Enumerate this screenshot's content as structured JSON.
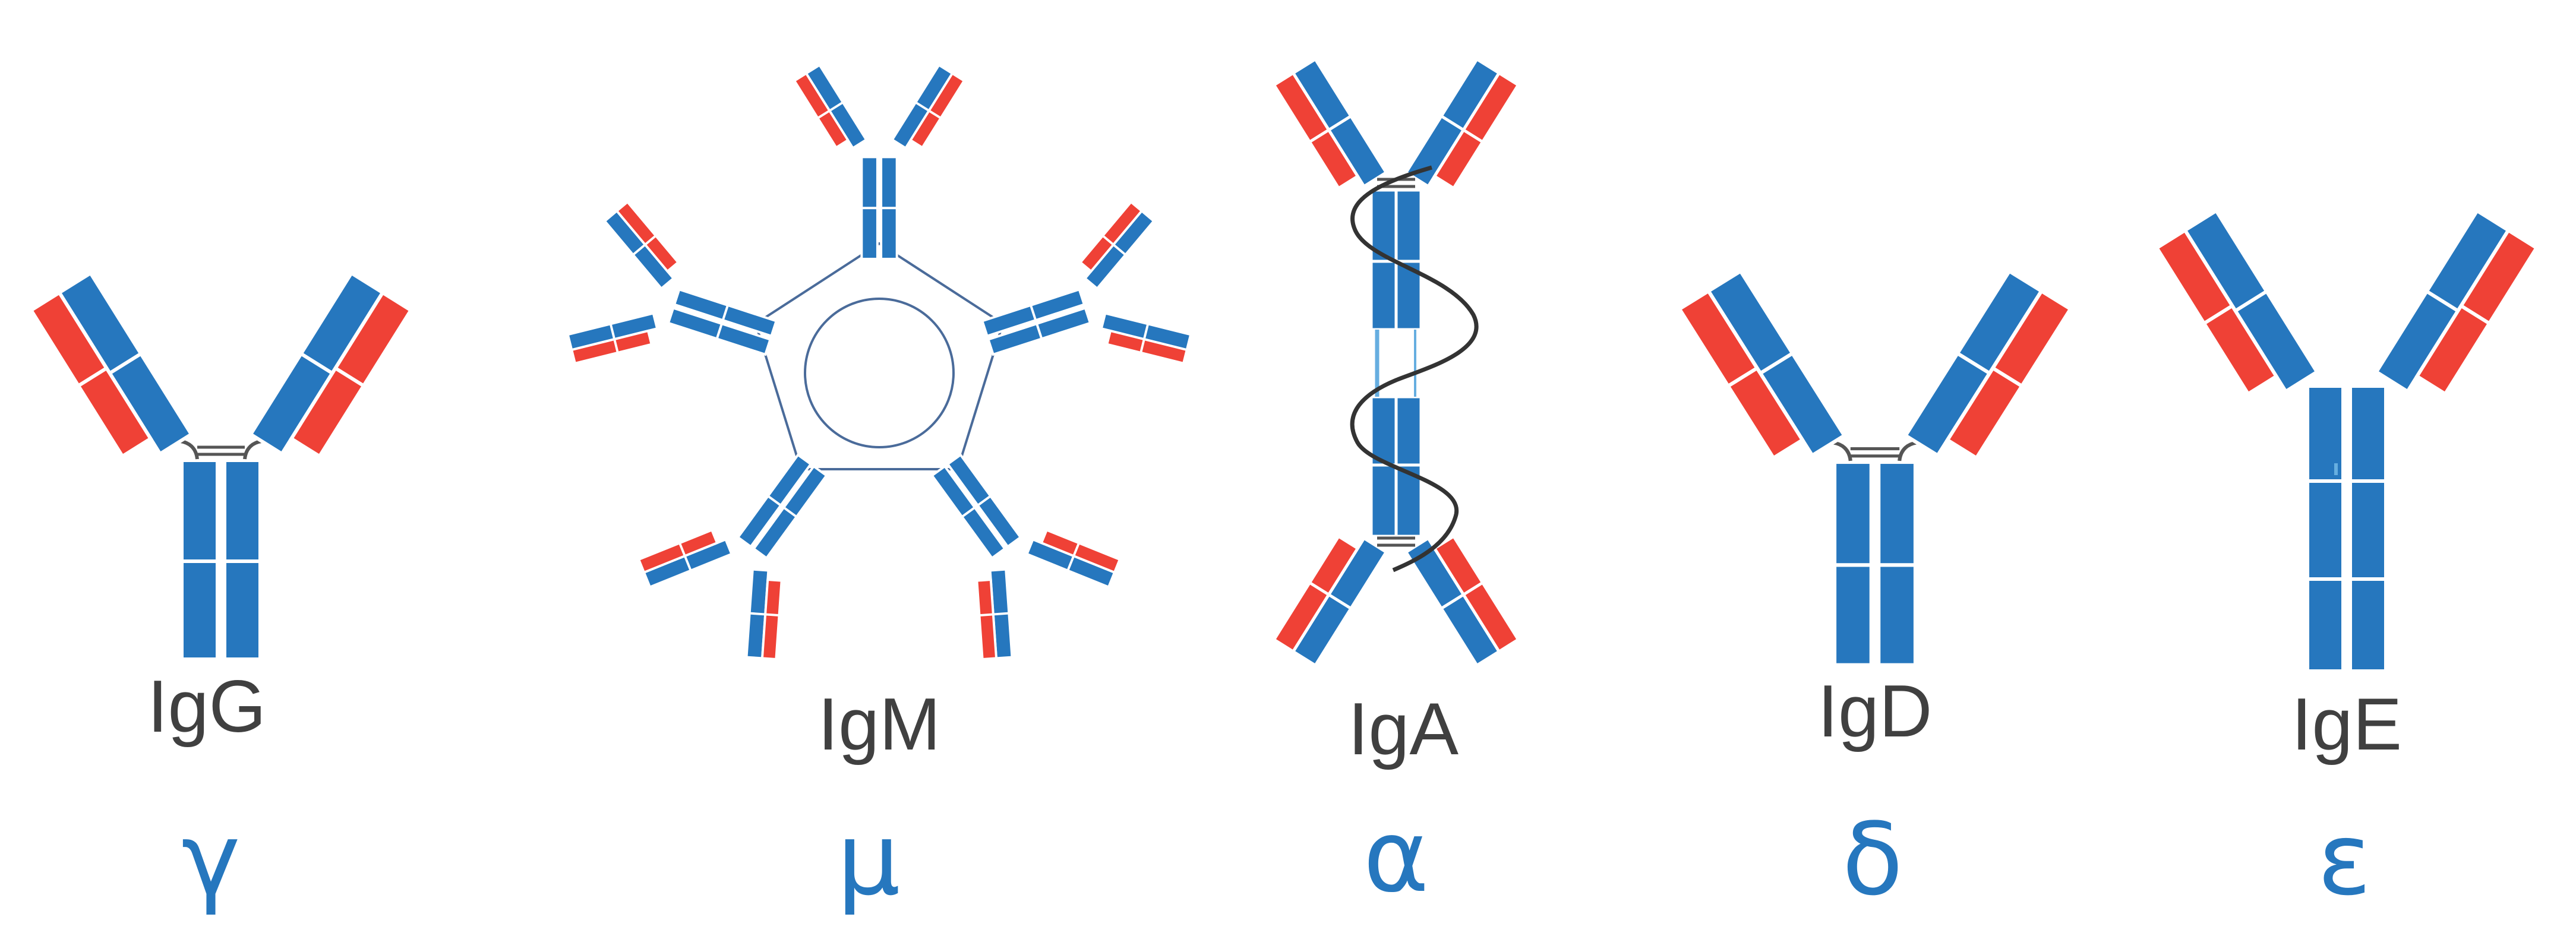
{
  "colors": {
    "heavy_chain": "#2677be",
    "light_chain": "#ef4136",
    "label_text": "#404040",
    "greek_text": "#2677be",
    "disulfide": "#555555",
    "j_chain": "#4a6b9a",
    "secretory_component": "#333333",
    "secretory_highlight": "#66aee0"
  },
  "antibodies": [
    {
      "name": "IgG",
      "greek": "γ"
    },
    {
      "name": "IgM",
      "greek": "μ"
    },
    {
      "name": "IgA",
      "greek": "α"
    },
    {
      "name": "IgD",
      "greek": "δ"
    },
    {
      "name": "IgE",
      "greek": "ε"
    }
  ]
}
